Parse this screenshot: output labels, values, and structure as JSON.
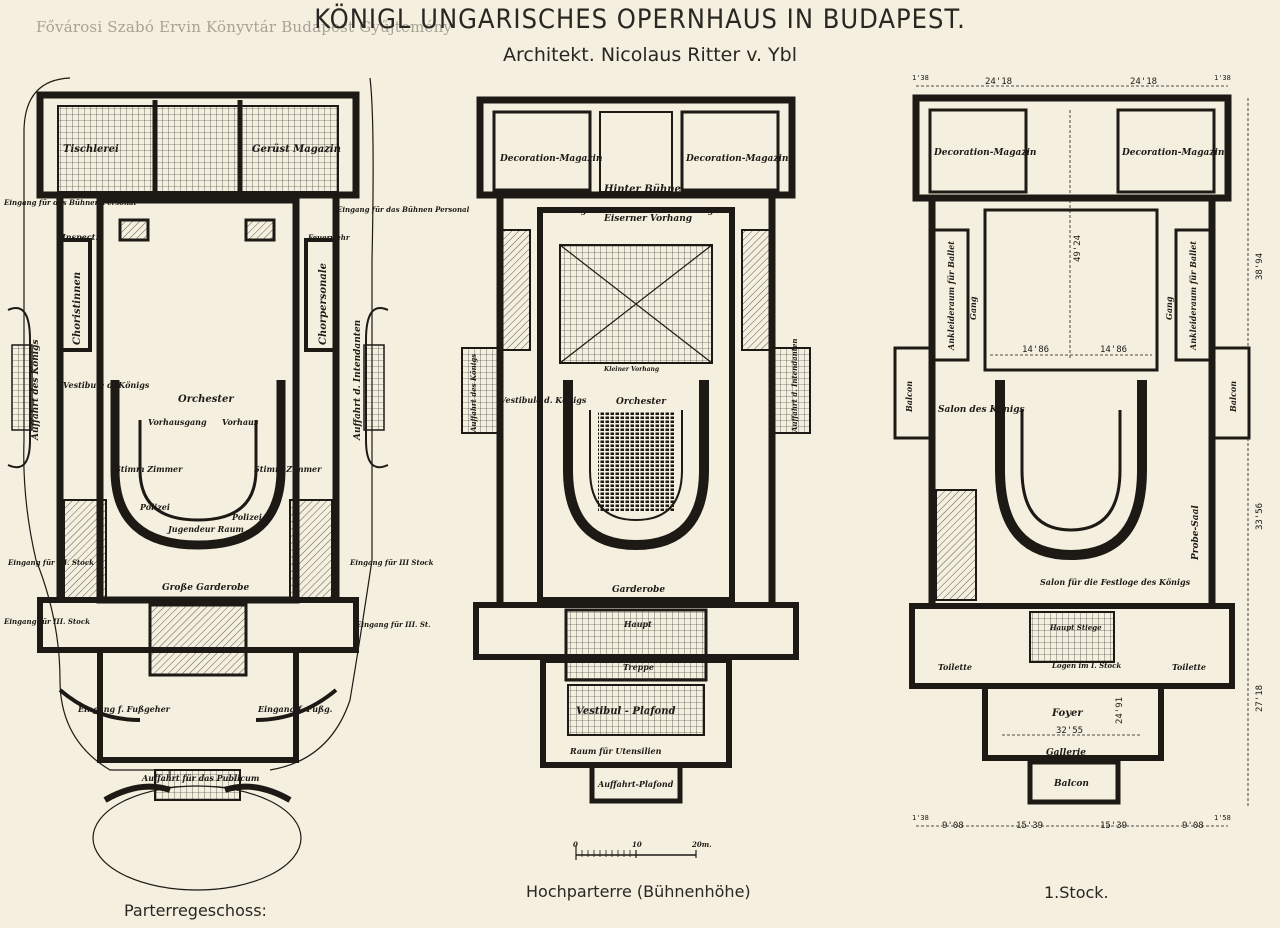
{
  "watermark": "Fővárosi Szabó Ervin Könyvtár Budapest Gyűjtemény",
  "title": "KÖNIGL UNGARISCHES OPERNHAUS IN BUDAPEST.",
  "subtitle": "Architekt. Nicolaus Ritter v. Ybl",
  "plans": {
    "left": {
      "caption": "Parterregeschoss:",
      "labels": {
        "tischlerei": "Tischlerei",
        "geruest": "Gerüst Magazin",
        "eingang_personal": "Eingang für das Bühnen Personal",
        "eingang_personal_r": "Eingang für das Bühnen Personal",
        "inspect": "Inspect.",
        "feuerwehr": "Feuerwehr",
        "choristinnen": "Choristinnen",
        "chorpersonale": "Chorpersonale",
        "auffahrt_koenigs": "Auffahrt des Königs",
        "auffahrt_intendanten": "Auffahrt d. Intendanten",
        "vestibule": "Vestibule d. Königs",
        "orchester": "Orchester",
        "vorhausgang_l": "Vorhausgang",
        "vorhausgang_r": "Vorhaus",
        "stimmzimmer_l": "Stimm Zimmer",
        "stimmzimmer_r": "Stimm Zimmer",
        "polizei_l": "Polizei",
        "polizei_r": "Polizei",
        "jugend": "Jugendeur Raum",
        "eingang_III_l": "Eingang für III. Stock",
        "eingang_III_r": "Eingang für III Stock",
        "grosse_garderobe": "Große Garderobe",
        "eingang_III_l2": "Eingang für III. Stock",
        "eingang_III_r2": "Eingang für III. St.",
        "eingang_fussgeher": "Eingang f. Fußgeher",
        "eingang_fussg_r": "Eingang f. Fußg.",
        "auffahrt_publicum": "Auffahrt für das Publicum"
      }
    },
    "middle": {
      "caption": "Hochparterre (Bühnenhöhe)",
      "labels": {
        "decoration_l": "Decoration-Magazin",
        "decoration_r": "Decoration-Magazin",
        "hinter_buehne": "Hinter Bühne",
        "gang_l": "Gang",
        "gang_r": "Gang",
        "eiserner_vorhang": "Eiserner Vorhang",
        "kleiner_vorhang": "Kleiner Vorhang",
        "orchester": "Orchester",
        "vestibule": "Vestibule d. Königs",
        "foyer_l": "Auffahrt des Königs",
        "auffahrt_intendanten": "Auffahrt d. Intendanten",
        "garderobe": "Garderobe",
        "haupt": "Haupt",
        "treppe": "Treppe",
        "vestibul_plafond": "Vestibul - Plafond",
        "raum": "Raum für Utensilien",
        "auffahrt_plafond": "Auffahrt-Plafond",
        "scale_0": "0",
        "scale_10": "10",
        "scale_m": "20m."
      }
    },
    "right": {
      "caption": "1.Stock.",
      "labels": {
        "decoration_l": "Decoration-Magazin",
        "decoration_r": "Decoration-Magazin",
        "ankleide_l": "Ankleideraum für Ballet",
        "ankleide_r": "Ankleideraum für Ballet",
        "gang_l": "Gang",
        "gang_r": "Gang",
        "balcon_l": "Balcon",
        "balcon_r": "Balcon",
        "salon_koenigs": "Salon des Königs",
        "probe_saal": "Probe-Saal",
        "salon_festloge": "Salon für die Festloge des Königs",
        "foyer": "Foyer",
        "gallerie": "Gallerie",
        "balcon_bottom": "Balcon",
        "toilette_l": "Toilette",
        "toilette_r": "Toilette",
        "haupt_stiege": "Haupt Stiege",
        "logen": "Logen im I. Stock"
      },
      "dimensions": {
        "top_l": "24'18",
        "top_r": "24'18",
        "top_edge_l": "1'38",
        "top_edge_r": "1'38",
        "inner_l": "14'86",
        "inner_r": "14'86",
        "height_1": "49'24",
        "side_1": "38'94",
        "side_2": "33'56",
        "side_3": "27'18",
        "foyer_w": "32'55",
        "foyer_h": "24'91",
        "bot_1": "9'08",
        "bot_2": "15'39",
        "bot_3": "15'39",
        "bot_4": "9'08",
        "bot_edge_l": "1'38",
        "bot_edge_r": "1'58"
      }
    }
  }
}
